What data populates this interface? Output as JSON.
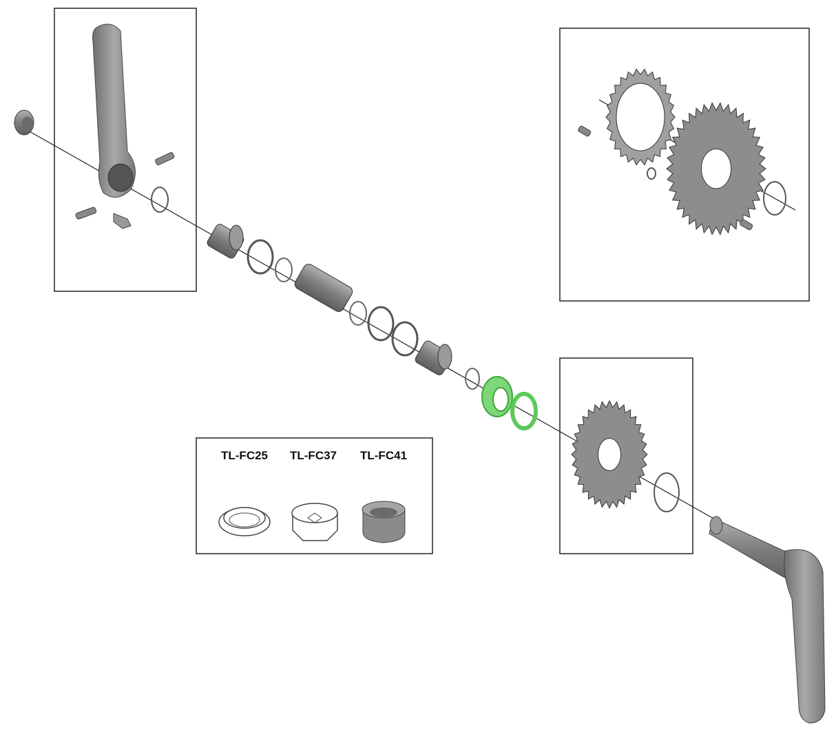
{
  "tools": [
    {
      "label": "TL-FC25"
    },
    {
      "label": "TL-FC37"
    },
    {
      "label": "TL-FC41"
    }
  ],
  "colors": {
    "highlight": "#5cc85a",
    "part": "#8a8a8a",
    "outline": "#333333"
  },
  "highlighted_parts": [
    "lockring",
    "spacer-ring"
  ]
}
